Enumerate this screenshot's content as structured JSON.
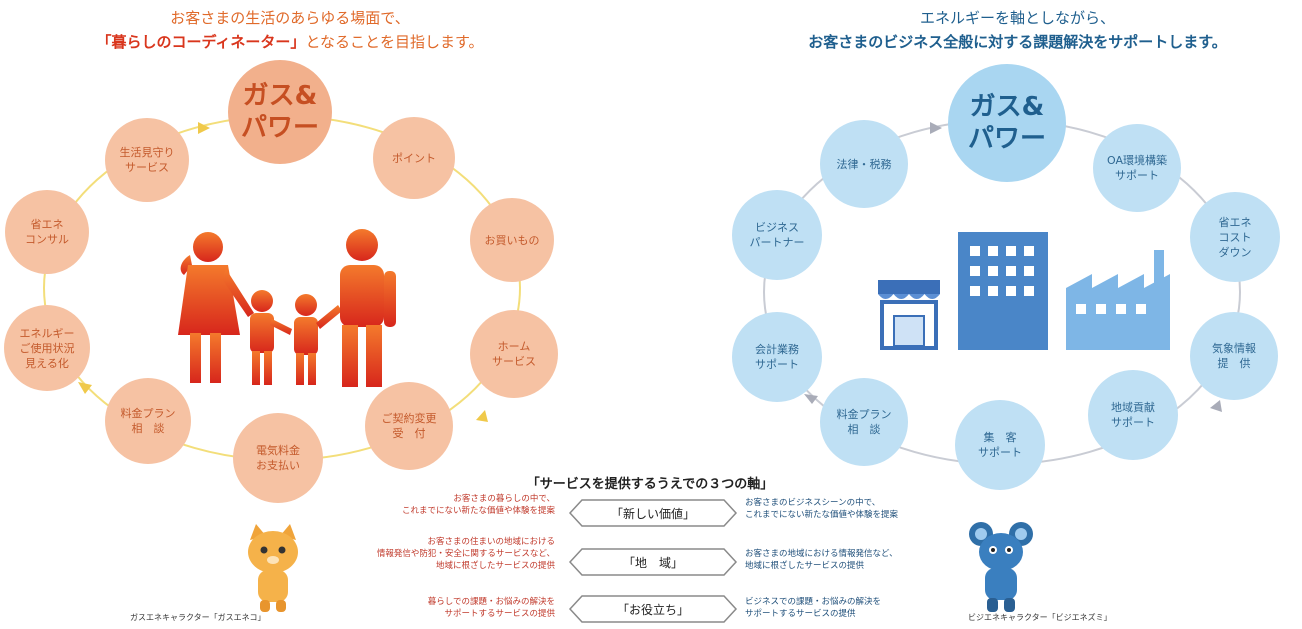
{
  "left": {
    "heading_line1": "お客さまの生活のあらゆる場面で、",
    "heading_line2_a": "「暮らしのコーディネーター」",
    "heading_line2_b": "となることを目指します。",
    "center": "ガス&\nパワー",
    "items": [
      {
        "label": "ポイント"
      },
      {
        "label": "お買いもの"
      },
      {
        "label": "ホーム\nサービス"
      },
      {
        "label": "ご契約変更\n受　付"
      },
      {
        "label": "電気料金\nお支払い"
      },
      {
        "label": "料金プラン\n相　談"
      },
      {
        "label": "エネルギー\nご使用状況\n見える化"
      },
      {
        "label": "省エネ\nコンサル"
      },
      {
        "label": "生活見守り\nサービス"
      }
    ],
    "accent": "#f2b08c",
    "people_color": "#e8621f"
  },
  "right": {
    "heading_line1": "エネルギーを軸としながら、",
    "heading_line2": "お客さまのビジネス全般に対する課題解決をサポートします。",
    "center": "ガス&\nパワー",
    "items": [
      {
        "label": "OA環境構築\nサポート"
      },
      {
        "label": "省エネ\nコスト\nダウン"
      },
      {
        "label": "気象情報\n提　供"
      },
      {
        "label": "地域貢献\nサポート"
      },
      {
        "label": "集　客\nサポート"
      },
      {
        "label": "料金プラン\n相　談"
      },
      {
        "label": "会計業務\nサポート"
      },
      {
        "label": "ビジネス\nパートナー"
      },
      {
        "label": "法律・税務"
      }
    ],
    "accent": "#a9d6f1",
    "building_color": "#4a86c8"
  },
  "axes": {
    "title": "「サービスを提供するうえでの３つの軸」",
    "rows": [
      {
        "label": "「新しい価値」",
        "left": "お客さまの暮らしの中で、\nこれまでにない新たな価値や体験を提案",
        "right": "お客さまのビジネスシーンの中で、\nこれまでにない新たな価値や体験を提案"
      },
      {
        "label": "「地　域」",
        "left": "お客さまの住まいの地域における\n情報発信や防犯・安全に関するサービスなど、\n地域に根ざしたサービスの提供",
        "right": "お客さまの地域における情報発信など、\n地域に根ざしたサービスの提供"
      },
      {
        "label": "「お役立ち」",
        "left": "暮らしでの課題・お悩みの解決を\nサポートするサービスの提供",
        "right": "ビジネスでの課題・お悩みの解決を\nサポートするサービスの提供"
      }
    ]
  },
  "characters": {
    "left_caption": "ガスエネキャラクター「ガスエネコ」",
    "right_caption": "ビジエネキャラクター「ビジエネズミ」"
  }
}
